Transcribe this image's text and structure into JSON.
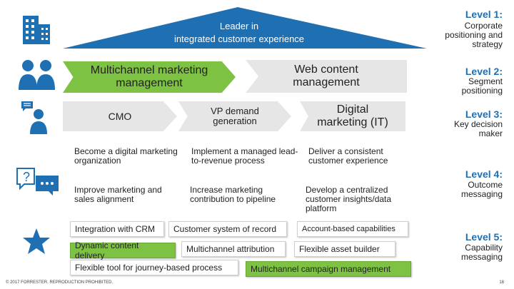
{
  "roof": {
    "line1": "Leader in",
    "line2": "integrated customer experience"
  },
  "row2": {
    "left": "Multichannel marketing management",
    "right": "Web content management"
  },
  "row3": {
    "cmo": "CMO",
    "vp": "VP demand generation",
    "digital": "Digital marketing (IT)"
  },
  "outcomes": [
    "Become a digital marketing organization",
    "Implement a managed lead-to-revenue process",
    "Deliver a consistent customer experience",
    "Improve marketing and sales alignment",
    "Increase marketing contribution to pipeline",
    "Develop a centralized customer insights/data platform"
  ],
  "capabilities": [
    "Integration with CRM",
    "Customer system of record",
    "Account-based capabilities",
    "Dynamic content delivery",
    "Multichannel attribution",
    "Flexible asset builder",
    "Flexible tool for journey-based process",
    "Multichannel campaign management"
  ],
  "levels": [
    {
      "title": "Level 1:",
      "subtitle": "Corporate positioning and strategy"
    },
    {
      "title": "Level 2:",
      "subtitle": "Segment positioning"
    },
    {
      "title": "Level 3:",
      "subtitle": "Key decision maker"
    },
    {
      "title": "Level 4:",
      "subtitle": "Outcome messaging"
    },
    {
      "title": "Level 5:",
      "subtitle": "Capability messaging"
    }
  ],
  "icons": {
    "level1": "building-icon",
    "level2": "people-icon",
    "level3": "person-speech-icon",
    "level4": "speech-bubbles-icon",
    "level5": "star-icon"
  },
  "colors": {
    "blue": "#1f6fb3",
    "green": "#7dc242",
    "gray": "#e6e6e6"
  },
  "footer": {
    "copyright": "© 2017 FORRESTER. REPRODUCTION PROHIBITED.",
    "page": "18"
  }
}
